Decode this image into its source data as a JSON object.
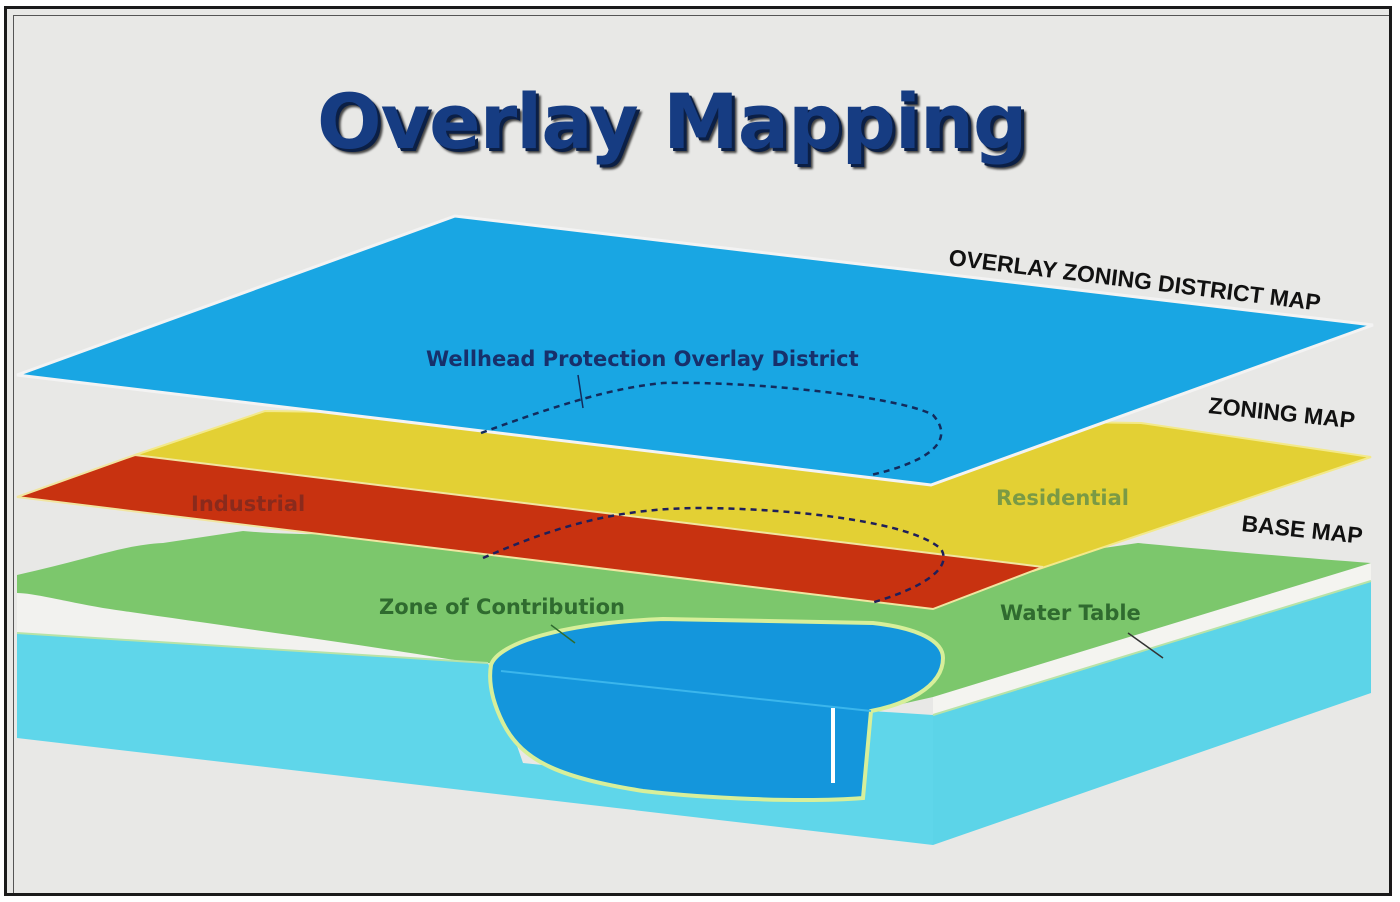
{
  "title": "Overlay Mapping",
  "layers": {
    "overlay": "OVERLAY ZONING DISTRICT MAP",
    "zoning": "ZONING MAP",
    "base": "BASE MAP"
  },
  "labels": {
    "wellhead": "Wellhead Protection Overlay District",
    "industrial": "Industrial",
    "residential": "Residential",
    "zone_of_contribution": "Zone of Contribution",
    "water_table": "Water Table"
  },
  "colors": {
    "overlay_blue": "#19a6e3",
    "zoning_yellow": "#e3d034",
    "industrial_red": "#c83210",
    "base_green": "#7cc76c",
    "water_cyan": "#5fd6ea",
    "zone_blue": "#1496dc",
    "title_navy": "#163c82"
  }
}
